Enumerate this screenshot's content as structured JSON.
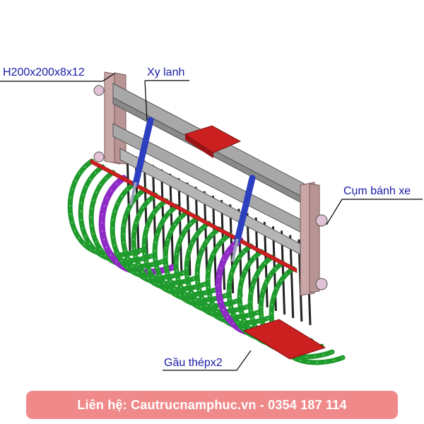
{
  "labels": {
    "beam": "H200x200x8x12",
    "cylinder": "Xy lanh",
    "wheel_assembly": "Cụm bánh xe",
    "bucket": "Gầu thépx2"
  },
  "contact": {
    "text": "Liên hệ: Cautrucnamphuc.vn - 0354 187 114"
  },
  "colors": {
    "frame": "#c9a7a7",
    "rail": "#a8a8a8",
    "ribs": "#1f9a2c",
    "purple_ribs": "#8e2bc4",
    "cylinder": "#2b3fc0",
    "red_plate": "#cc1f1f",
    "teeth": "#222222",
    "callout_text": "#1a1aa8",
    "contact_bg": "#f08a8a"
  }
}
